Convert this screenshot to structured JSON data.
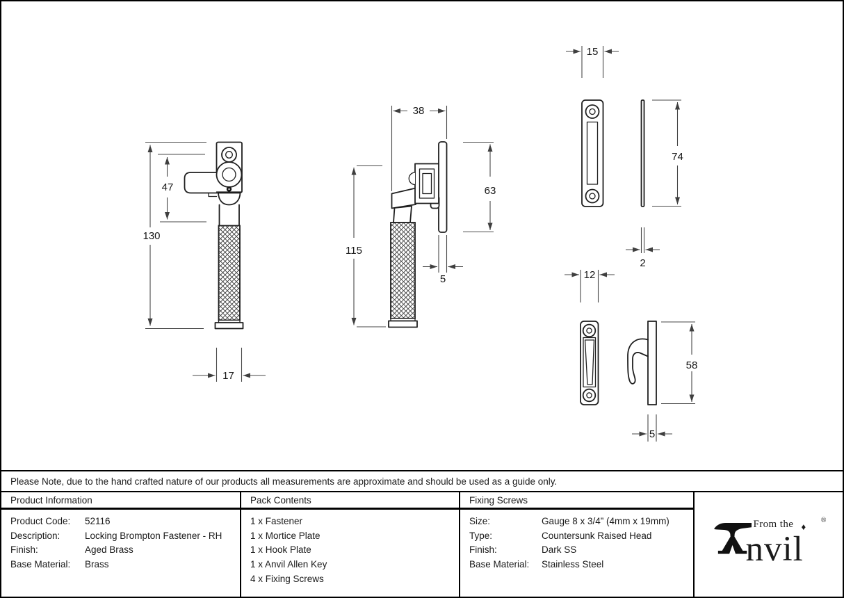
{
  "note": "Please Note, due to the hand crafted nature of our products all measurements are approximate and should be used as a guide only.",
  "dims": {
    "front": {
      "overall_height": "130",
      "upper_section": "47",
      "width": "17"
    },
    "side": {
      "depth": "38",
      "handle_height": "115",
      "plate_height": "63",
      "plate_thickness": "5"
    },
    "mortice": {
      "width": "15",
      "height": "74",
      "thickness": "2"
    },
    "hook": {
      "width": "12",
      "height": "58",
      "thickness": "5"
    }
  },
  "table": {
    "product_information": {
      "header": "Product Information",
      "rows": [
        {
          "label": "Product Code:",
          "value": "52116"
        },
        {
          "label": "Description:",
          "value": "Locking Brompton Fastener - RH"
        },
        {
          "label": "Finish:",
          "value": "Aged Brass"
        },
        {
          "label": "Base Material:",
          "value": "Brass"
        }
      ]
    },
    "pack_contents": {
      "header": "Pack Contents",
      "items": [
        "1 x Fastener",
        "1 x Mortice Plate",
        "1 x Hook Plate",
        "1 x Anvil Allen Key",
        "4 x Fixing Screws"
      ]
    },
    "fixing_screws": {
      "header": "Fixing Screws",
      "rows": [
        {
          "label": "Size:",
          "value": "Gauge 8 x 3/4” (4mm x 19mm)"
        },
        {
          "label": "Type:",
          "value": "Countersunk Raised Head"
        },
        {
          "label": "Finish:",
          "value": "Dark SS"
        },
        {
          "label": "Base Material:",
          "value": "Stainless Steel"
        }
      ]
    },
    "logo": {
      "from_the": "From the",
      "diamond": "♦",
      "wordmark": "nvil",
      "registered": "®"
    }
  }
}
